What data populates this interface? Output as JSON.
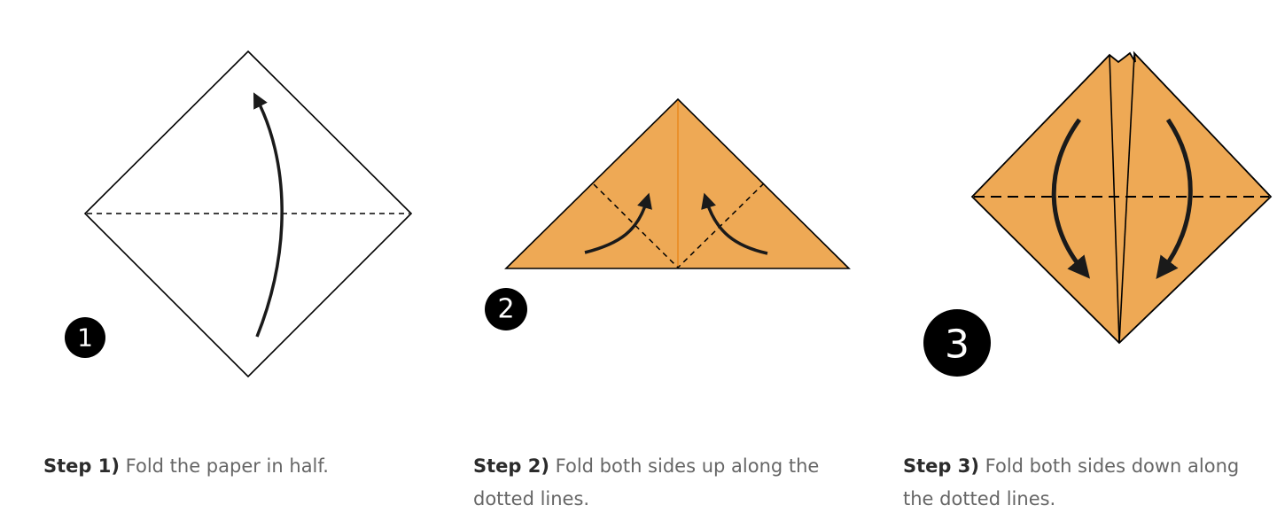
{
  "steps": [
    {
      "number": "1",
      "label": "Step 1)",
      "text": " Fold the paper in half."
    },
    {
      "number": "2",
      "label": "Step 2)",
      "text": " Fold both sides up along the dotted lines."
    },
    {
      "number": "3",
      "label": "Step 3)",
      "text": " Fold both sides down along the dotted lines."
    }
  ],
  "colors": {
    "paper_orange": "#eea955",
    "outline": "#000000",
    "badge": "#000000",
    "caption_label": "#2b2b2b",
    "caption_text": "#666666"
  }
}
